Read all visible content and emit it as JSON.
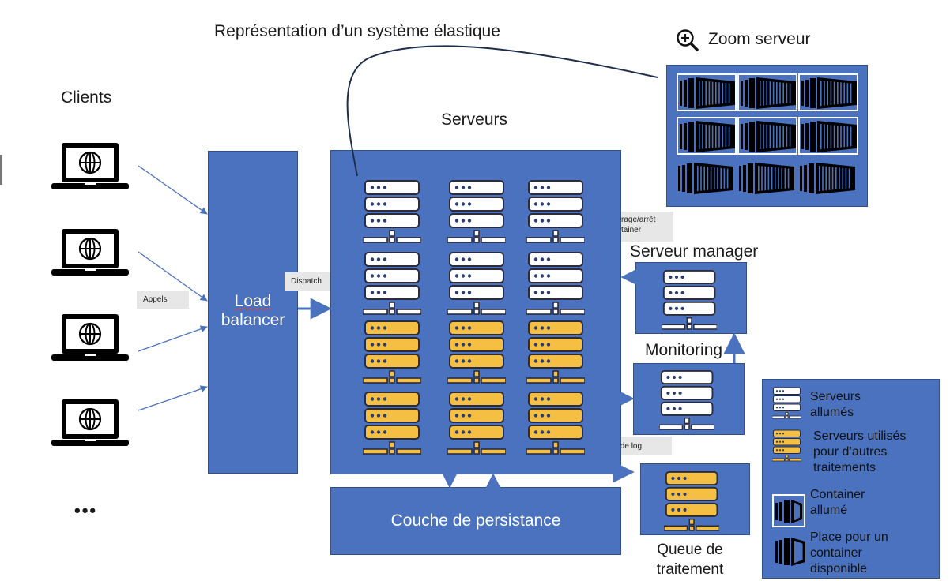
{
  "title": "Représentation d’un système élastique",
  "clients": {
    "label": "Clients",
    "count_shown": 4,
    "more_indicator": "•••",
    "icon": "laptop-globe-icon"
  },
  "edge_labels": {
    "calls": "Appels",
    "dispatch": "Dispatch",
    "container_control": "Démarrage/arrêt de container",
    "log": "Envoi de log"
  },
  "load_balancer": {
    "line1": "Load",
    "line2": "balancer"
  },
  "servers": {
    "label": "Serveurs",
    "grid": [
      [
        "on",
        "on",
        "on"
      ],
      [
        "on",
        "on",
        "on"
      ],
      [
        "busy",
        "busy",
        "busy"
      ],
      [
        "busy",
        "busy",
        "busy"
      ]
    ]
  },
  "persistence": {
    "label": "Couche de persistance"
  },
  "zoom_server": {
    "label": "Zoom serveur",
    "icon": "zoom-in-icon",
    "containers": [
      [
        "on",
        "on",
        "on"
      ],
      [
        "on",
        "on",
        "on"
      ],
      [
        "free",
        "free",
        "free"
      ]
    ]
  },
  "manager": {
    "label": "Serveur manager"
  },
  "monitoring": {
    "label": "Monitoring"
  },
  "queue": {
    "line1": "Queue de",
    "line2": "traitement"
  },
  "legend": {
    "items": [
      {
        "icon": "server-on-icon",
        "lines": [
          "Serveurs",
          "allumés"
        ]
      },
      {
        "icon": "server-busy-icon",
        "lines": [
          "Serveurs utilisés",
          "pour d’autres",
          "traitements"
        ]
      },
      {
        "icon": "container-on-icon",
        "lines": [
          "Container",
          "allumé"
        ]
      },
      {
        "icon": "container-free-icon",
        "lines": [
          "Place pour un",
          "container",
          "disponible"
        ]
      }
    ]
  },
  "colors": {
    "box_blue": "#4a72be",
    "server_on": "#ffffff",
    "server_busy": "#f4bf42",
    "arrow": "#4a72be",
    "label_bg": "#e7e7e7"
  }
}
